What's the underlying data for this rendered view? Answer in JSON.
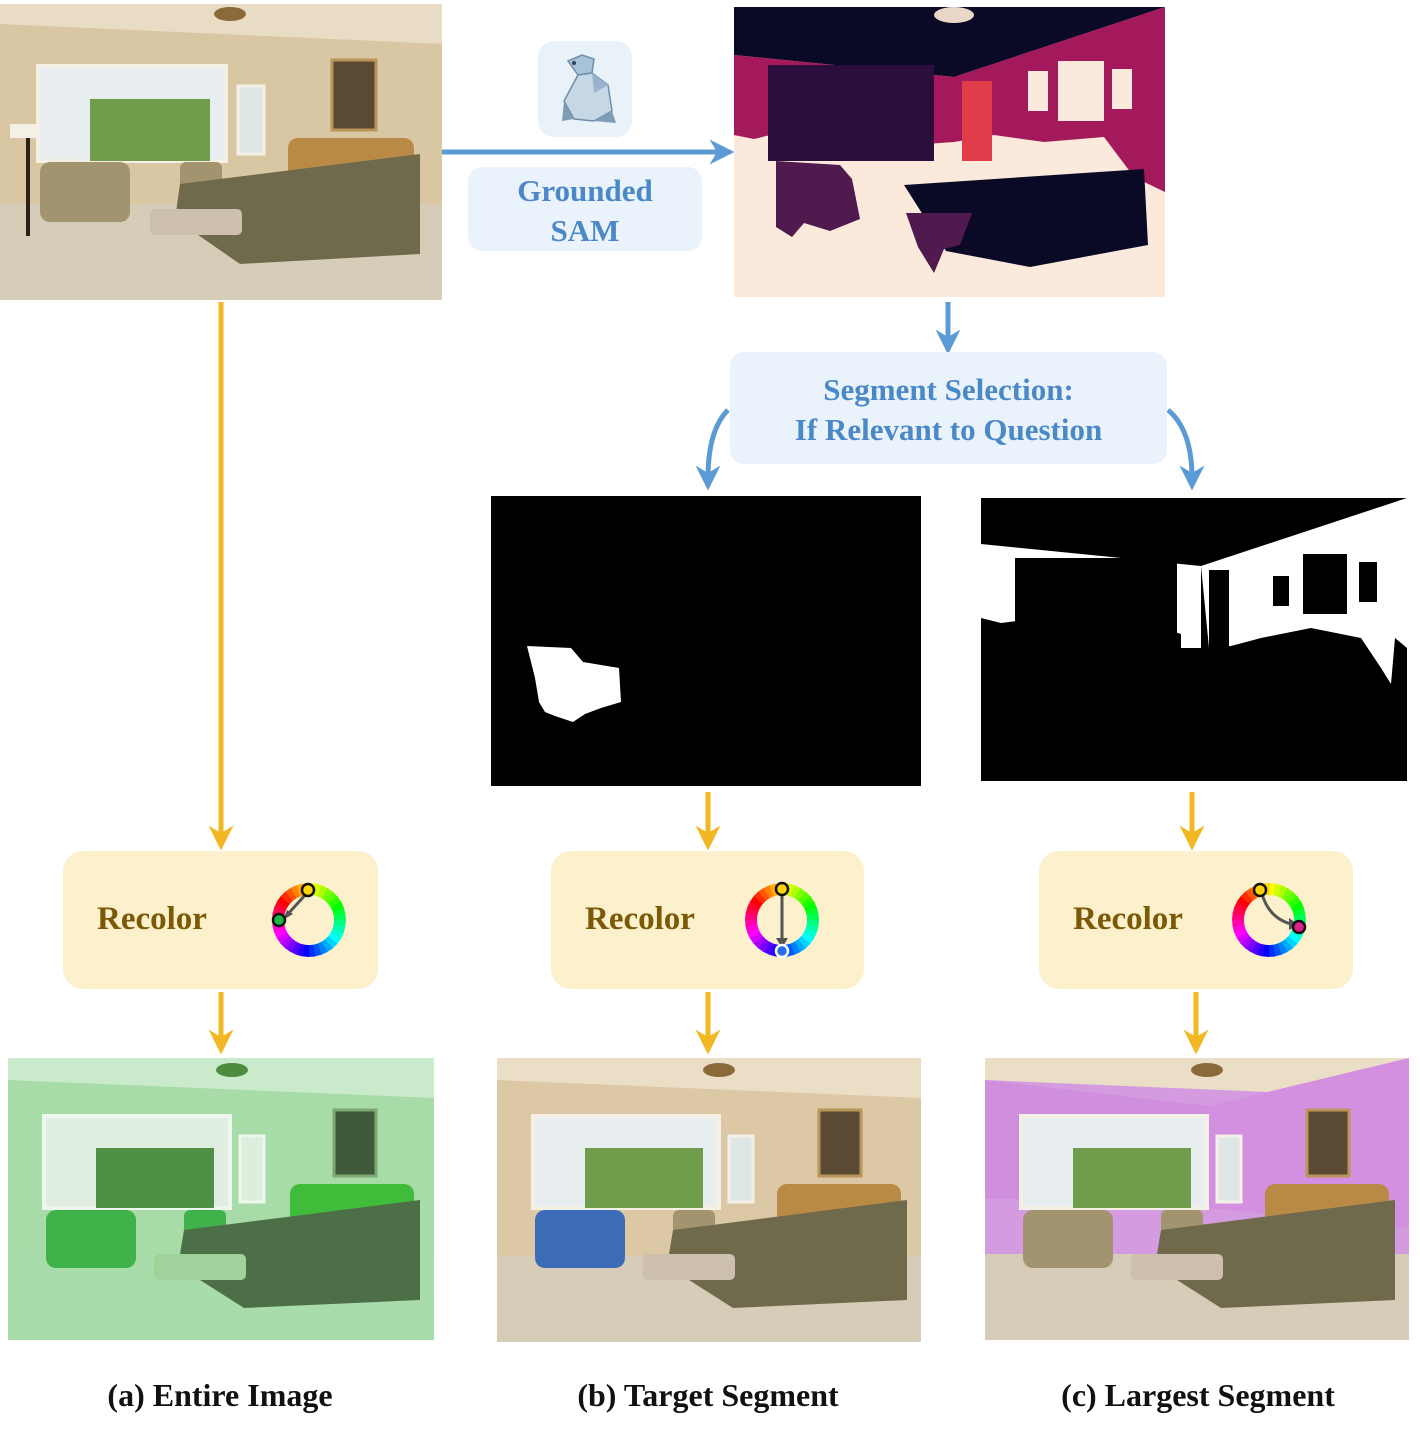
{
  "sam_box": {
    "line1": "Grounded",
    "line2": "SAM",
    "icon": "polar-bear-icon"
  },
  "selection_box": {
    "line1": "Segment Selection:",
    "line2": "If Relevant to Question"
  },
  "recolor": [
    {
      "label": "Recolor",
      "from_color": "#ffd400",
      "to_color": "#1ab84a"
    },
    {
      "label": "Recolor",
      "from_color": "#ffd400",
      "to_color": "#2a6cf0"
    },
    {
      "label": "Recolor",
      "from_color": "#ffd400",
      "to_color": "#e0208a"
    }
  ],
  "captions": {
    "a": "(a) Entire Image",
    "b": "(b) Target Segment",
    "c": "(c) Largest Segment"
  },
  "colors": {
    "blue_arrow": "#5b9bd5",
    "yellow_arrow": "#f2b824",
    "recolor_bg": "#fdf0cc",
    "label_bg": "#eaf3fb"
  }
}
